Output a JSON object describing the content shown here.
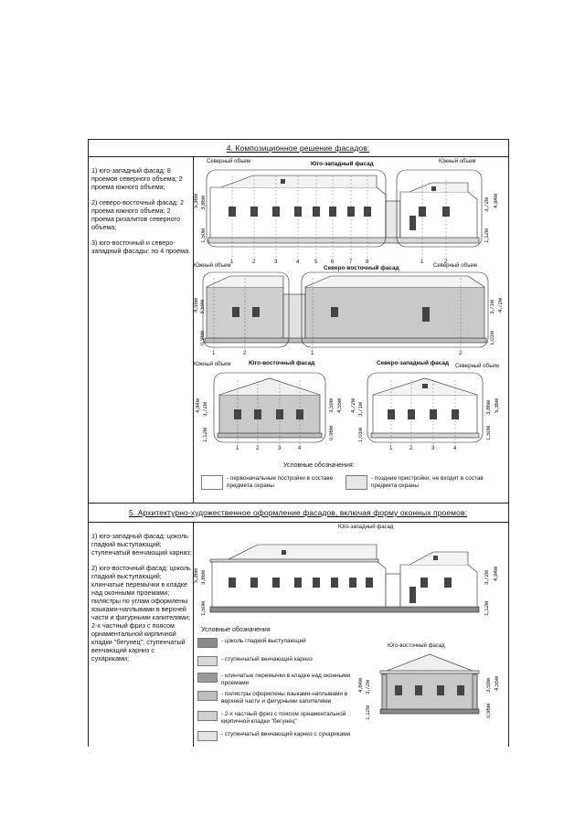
{
  "section4": {
    "title": "4. Композиционное решение фасадов:",
    "desc": [
      "1) юго-западный фасад: 8 проемов северного объема; 2 проема южного объема;",
      "2) северо-восточный фасад: 2 проема южного объема; 2 проема ризалитов северного объема;",
      "3) юго-восточный и северо-западный фасады: по 4 проема."
    ],
    "drawings": {
      "sw": {
        "title": "Юго-западный фасад",
        "north": "Северный объем",
        "south": "Южный объем",
        "dims_left": [
          "5,36м",
          "3,86м",
          "1,50м"
        ],
        "dims_right": [
          "3,72м",
          "4,84м",
          "1,12м"
        ],
        "axes_left": [
          "1",
          "2",
          "3",
          "4",
          "5",
          "6",
          "7",
          "8"
        ],
        "axes_right": [
          "1",
          "2"
        ]
      },
      "ne": {
        "title": "Северо-восточный фасад",
        "south": "Южный объем",
        "north": "Северный объем",
        "dims_left": [
          "4,55м",
          "3,59м",
          "0,96м"
        ],
        "dims_right": [
          "3,71м",
          "4,72м",
          "1,01м"
        ],
        "axes_left": [
          "1",
          "2"
        ],
        "axes_right": [
          "1",
          "2"
        ]
      },
      "se": {
        "title": "Юго-восточный фасад",
        "south": "Южный объем",
        "dims_left": [
          "4,84м",
          "3,72м",
          "1,12м"
        ],
        "dims_right": [
          "3,59м",
          "4,55м",
          "0,96м"
        ],
        "axes": [
          "1",
          "2",
          "3",
          "4"
        ]
      },
      "nw": {
        "title": "Северо-западный фасад",
        "north": "Северный объем",
        "dims_left": [
          "4,72м",
          "3,71м",
          "1,01м"
        ],
        "dims_right": [
          "3,86м",
          "5,36м",
          "1,50м"
        ],
        "axes": [
          "1",
          "2",
          "3",
          "4"
        ]
      }
    },
    "legend": {
      "title": "Условные обозначения:",
      "items": [
        {
          "text": "- первоначальные постройки в составе предмета охраны",
          "color": "#ffffff"
        },
        {
          "text": "- поздние пристройки, не входят в состав предмета охраны",
          "color": "#e6e6e6"
        }
      ]
    }
  },
  "section5": {
    "title": "5. Архитектурно-художественное оформление фасадов, включая форму оконных проемов:",
    "desc": [
      "1) юго-западный фасад: цоколь гладкий выступающий; ступенчатый венчающий карниз;",
      "2) юго-восточный фасад: цоколь гладкий выступающий; клинчатые перемычки в кладке над оконными проемами; пилястры по углам оформлены языками-наплывами в верхней части и фигурными капителями; 2-х частный фриз с поясом орнаментальной кирпичной кладки \"бегунец\"; ступенчатый венчающий карниз с сухариками;"
    ],
    "drawings": {
      "sw": {
        "title": "Юго-западный фасад",
        "dims_left": [
          "5,36м",
          "3,86м",
          "1,50м"
        ],
        "dims_right": [
          "3,72м",
          "4,84м",
          "1,12м"
        ]
      },
      "se": {
        "title": "Юго-восточный фасад",
        "dims_left": [
          "4,84м",
          "3,72м",
          "1,12м"
        ],
        "dims_right": [
          "3,59м",
          "4,55м",
          "0,96м"
        ]
      }
    },
    "legend": {
      "title": "Условные обозначения",
      "items": [
        {
          "text": "- цоколь гладкий выступающий",
          "color": "#8a8a8a"
        },
        {
          "text": "- ступенчатый венчающий карниз",
          "color": "#d9d9d9"
        },
        {
          "text": "- клинчатые перемычки в кладке над оконными проемами",
          "color": "#9a9a9a"
        },
        {
          "text": "- пилястры оформлены языками-наплывами в верхней части и фигурными капителями",
          "color": "#bdbdbd"
        },
        {
          "text": "- 2-х частный фриз с поясом орнаментальной кирпичной кладки \"бегунец\"",
          "color": "#cfcfcf"
        },
        {
          "text": "- ступенчатый венчающий карниз с сухариками",
          "color": "#e3e3e3"
        }
      ]
    }
  }
}
